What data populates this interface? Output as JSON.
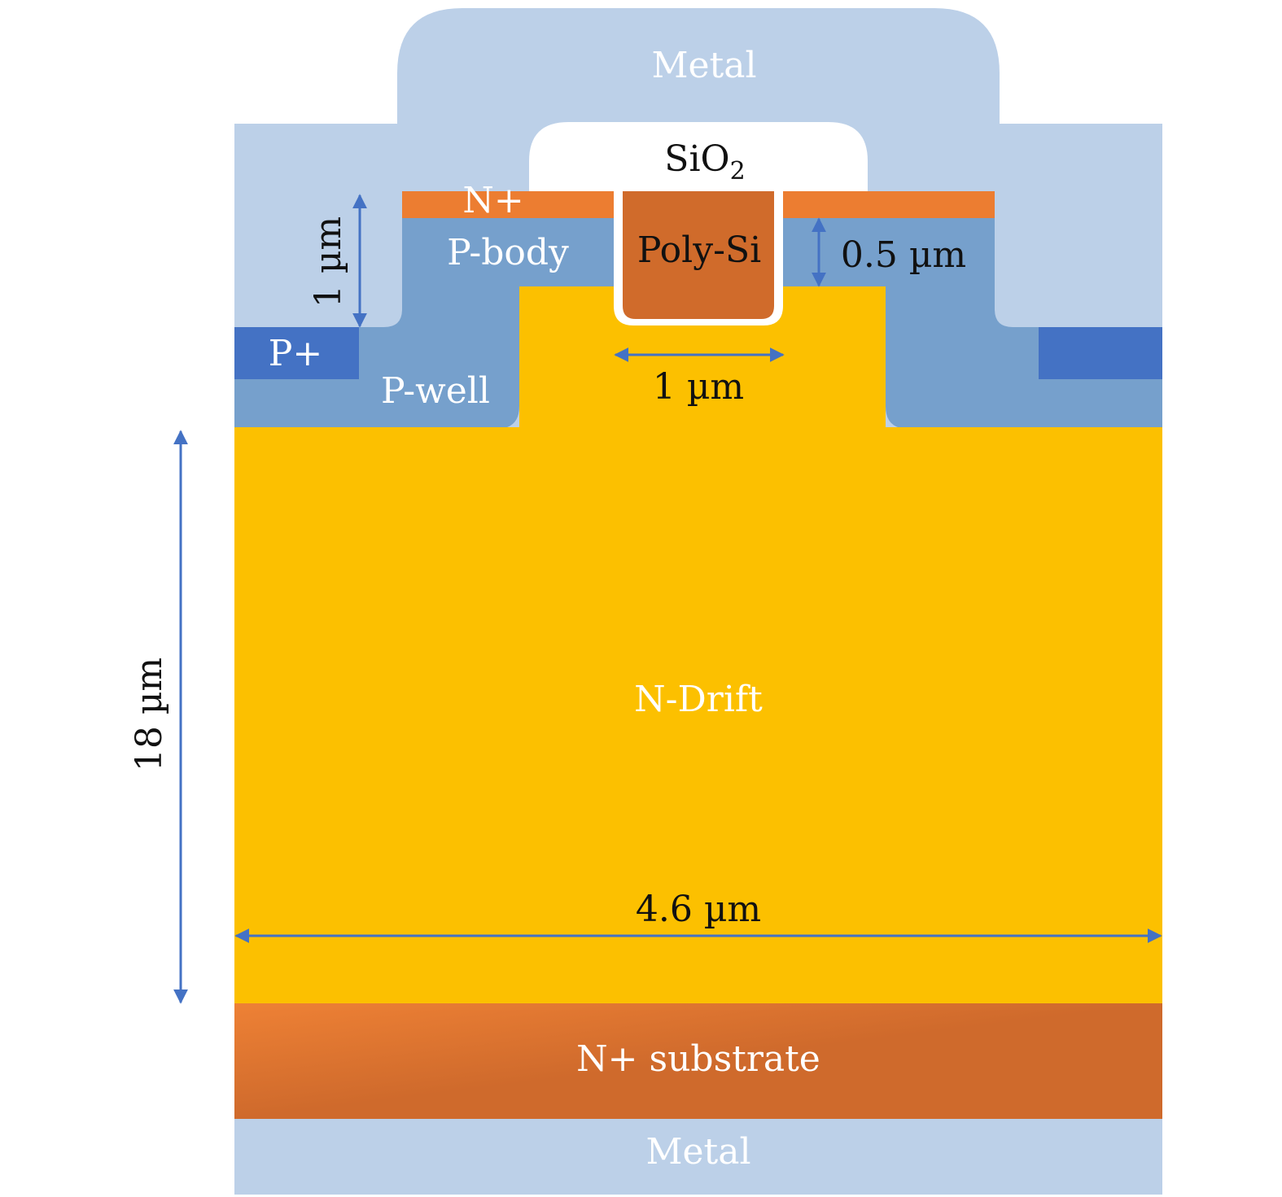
{
  "regions": {
    "top_metal": "Metal",
    "oxide": "SiO",
    "oxide_sub": "2",
    "n_plus": "N+",
    "p_body": "P-body",
    "poly": "Poly-Si",
    "p_plus": "P+",
    "p_well": "P-well",
    "drift": "N-Drift",
    "substrate": "N+ substrate",
    "bottom_metal": "Metal"
  },
  "dimensions": {
    "p_body_depth": "1 µm",
    "channel": "0.5 µm",
    "trench_width": "1 µm",
    "drift_thickness": "18 µm",
    "cell_width": "4.6 µm"
  },
  "colors": {
    "metal": "#bcd0e8",
    "oxide": "#ffffff",
    "n_plus": "#ec7d31",
    "p_body": "#76a0cc",
    "p_plus": "#4472c4",
    "poly": "#d06b2b",
    "drift": "#fcc000",
    "substrate_light": "#eb7e33",
    "substrate_dark": "#cf6a2c",
    "arrow": "#4472c4"
  }
}
